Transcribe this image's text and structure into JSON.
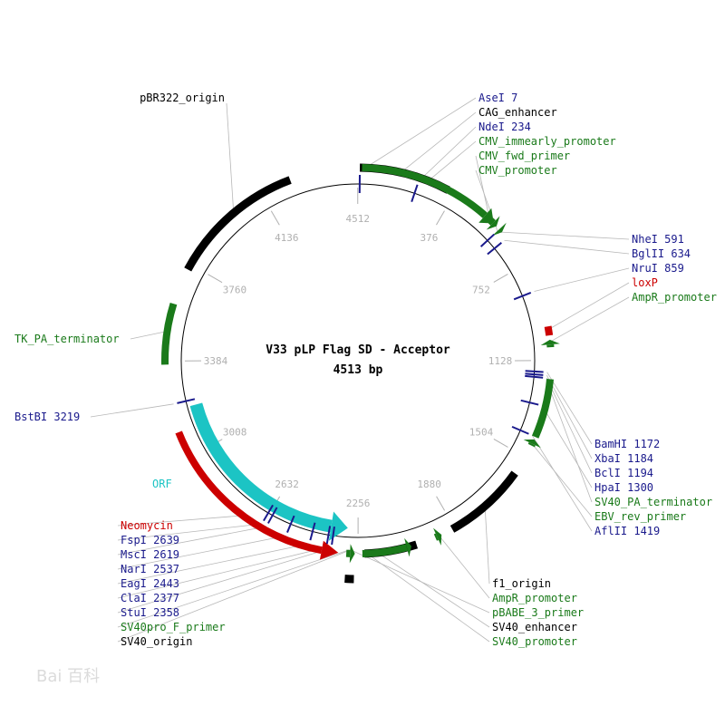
{
  "map": {
    "title": "V33 pLP Flag SD - Acceptor",
    "size": "4513 bp",
    "total_bp": 4513
  },
  "colors": {
    "site": "#1a1a8c",
    "feature_green": "#1a7a1a",
    "feature_red": "#cc0000",
    "feature_black": "#000000",
    "feature_cyan": "#1cc4c4",
    "tick": "#b0b0b0",
    "leader": "#b8b8b8"
  },
  "ticks": [
    {
      "label": "4512",
      "bp": 4512
    },
    {
      "label": "376",
      "bp": 376
    },
    {
      "label": "752",
      "bp": 752
    },
    {
      "label": "1128",
      "bp": 1128
    },
    {
      "label": "1504",
      "bp": 1504
    },
    {
      "label": "1880",
      "bp": 1880
    },
    {
      "label": "2256",
      "bp": 2256
    },
    {
      "label": "2632",
      "bp": 2632
    },
    {
      "label": "3008",
      "bp": 3008
    },
    {
      "label": "3384",
      "bp": 3384
    },
    {
      "label": "3760",
      "bp": 3760
    },
    {
      "label": "4136",
      "bp": 4136
    }
  ],
  "sites": [
    {
      "name": "AseI 7",
      "bp": 7
    },
    {
      "name": "NdeI 234",
      "bp": 234
    },
    {
      "name": "NheI 591",
      "bp": 591
    },
    {
      "name": "BglII 634",
      "bp": 634
    },
    {
      "name": "NruI 859",
      "bp": 859
    },
    {
      "name": "BamHI 1172",
      "bp": 1172
    },
    {
      "name": "XbaI 1184",
      "bp": 1184
    },
    {
      "name": "BclI 1194",
      "bp": 1194
    },
    {
      "name": "HpaI 1300",
      "bp": 1300
    },
    {
      "name": "AflII 1419",
      "bp": 1419
    },
    {
      "name": "StuI 2358",
      "bp": 2358
    },
    {
      "name": "ClaI 2377",
      "bp": 2377
    },
    {
      "name": "EagI 2443",
      "bp": 2443
    },
    {
      "name": "NarI 2537",
      "bp": 2537
    },
    {
      "name": "MscI 2619",
      "bp": 2619
    },
    {
      "name": "FspI 2639",
      "bp": 2639
    },
    {
      "name": "BstBI 3219",
      "bp": 3219
    }
  ],
  "features": [
    {
      "name": "CAG_enhancer",
      "type": "black",
      "start": 7,
      "end": 350
    },
    {
      "name": "CMV_immearly_promoter",
      "type": "green",
      "start": 15,
      "end": 560,
      "dir": 1
    },
    {
      "name": "CMV_fwd_primer",
      "type": "green",
      "start": 545,
      "end": 575,
      "dir": 1
    },
    {
      "name": "CMV_promoter",
      "type": "green",
      "start": 590,
      "end": 605,
      "dir": 1
    },
    {
      "name": "loxP",
      "type": "red",
      "start": 1000,
      "end": 1034
    },
    {
      "name": "AmpR_promoter",
      "type": "green",
      "start": 1050,
      "end": 1078,
      "dir": -1
    },
    {
      "name": "SV40_PA_terminator",
      "type": "green",
      "start": 1197,
      "end": 1420
    },
    {
      "name": "EBV_rev_primer",
      "type": "green",
      "start": 1430,
      "end": 1455,
      "dir": -1
    },
    {
      "name": "f1_origin",
      "type": "black",
      "start": 1575,
      "end": 1890
    },
    {
      "name": "AmpR_promoter",
      "type": "green",
      "start": 1935,
      "end": 1960,
      "dir": -1
    },
    {
      "name": "SV40_enhancer",
      "type": "black",
      "start": 2035,
      "end": 2232
    },
    {
      "name": "SV40_promoter",
      "type": "green",
      "start": 2055,
      "end": 2240,
      "dir": -1
    },
    {
      "name": "pBABE_3_primer",
      "type": "green",
      "start": 2268,
      "end": 2300,
      "dir": -1
    },
    {
      "name": "SV40_origin",
      "type": "black",
      "start": 2270,
      "end": 2300,
      "offset": 28
    },
    {
      "name": "Neomycin",
      "type": "red",
      "start": 2330,
      "end": 3112,
      "dir": -1
    },
    {
      "name": "ORF",
      "type": "cyan",
      "start": 2300,
      "end": 3195,
      "dir": -1,
      "offset": -28
    },
    {
      "name": "TK_PA_terminator",
      "type": "green",
      "start": 3370,
      "end": 3600
    },
    {
      "name": "pBR322_origin",
      "type": "black",
      "start": 3738,
      "end": 4255
    }
  ],
  "labels": {
    "right_top": [
      {
        "text": "AseI 7",
        "kind": "site",
        "bp": 7
      },
      {
        "text": "CAG_enhancer",
        "kind": "black",
        "bp": 150
      },
      {
        "text": "NdeI 234",
        "kind": "site",
        "bp": 234
      },
      {
        "text": "CMV_immearly_promoter",
        "kind": "green",
        "bp": 260
      },
      {
        "text": "CMV_fwd_primer",
        "kind": "green",
        "bp": 560
      },
      {
        "text": "CMV_promoter",
        "kind": "green",
        "bp": 600
      }
    ],
    "right_mid": [
      {
        "text": "NheI 591",
        "kind": "site",
        "bp": 591
      },
      {
        "text": "BglII 634",
        "kind": "site",
        "bp": 634
      },
      {
        "text": "NruI 859",
        "kind": "site",
        "bp": 859
      },
      {
        "text": "loxP",
        "kind": "red",
        "bp": 1017
      },
      {
        "text": "AmpR_promoter",
        "kind": "green",
        "bp": 1064
      }
    ],
    "right_low": [
      {
        "text": "BamHI 1172",
        "kind": "site",
        "bp": 1172
      },
      {
        "text": "XbaI 1184",
        "kind": "site",
        "bp": 1184
      },
      {
        "text": "BclI 1194",
        "kind": "site",
        "bp": 1194
      },
      {
        "text": "HpaI 1300",
        "kind": "site",
        "bp": 1300
      },
      {
        "text": "SV40_PA_terminator",
        "kind": "green",
        "bp": 1200
      },
      {
        "text": "EBV_rev_primer",
        "kind": "green",
        "bp": 1442
      },
      {
        "text": "AflII 1419",
        "kind": "site",
        "bp": 1419
      }
    ],
    "bottom_right": [
      {
        "text": "f1_origin",
        "kind": "black",
        "bp": 1730
      },
      {
        "text": "AmpR_promoter",
        "kind": "green",
        "bp": 1948
      },
      {
        "text": "pBABE_3_primer",
        "kind": "green",
        "bp": 2284
      },
      {
        "text": "SV40_enhancer",
        "kind": "black",
        "bp": 2200
      },
      {
        "text": "SV40_promoter",
        "kind": "green",
        "bp": 2240
      }
    ],
    "bottom_left": [
      {
        "text": "Neomycin",
        "kind": "red",
        "bp": 2700
      },
      {
        "text": "FspI 2639",
        "kind": "site",
        "bp": 2639
      },
      {
        "text": "MscI 2619",
        "kind": "site",
        "bp": 2619
      },
      {
        "text": "NarI 2537",
        "kind": "site",
        "bp": 2537
      },
      {
        "text": "EagI 2443",
        "kind": "site",
        "bp": 2443
      },
      {
        "text": "ClaI 2377",
        "kind": "site",
        "bp": 2377
      },
      {
        "text": "StuI 2358",
        "kind": "site",
        "bp": 2358
      },
      {
        "text": "SV40pro_F_primer",
        "kind": "green",
        "bp": 2290
      },
      {
        "text": "SV40_origin",
        "kind": "black",
        "bp": 2285
      }
    ],
    "left": [
      {
        "text": "BstBI 3219",
        "kind": "site",
        "bp": 3219
      },
      {
        "text": "TK_PA_terminator",
        "kind": "green",
        "bp": 3500
      },
      {
        "text": "pBR322_origin",
        "kind": "black",
        "bp": 4000
      }
    ],
    "orf": "ORF"
  },
  "watermark": "Bai 百科"
}
